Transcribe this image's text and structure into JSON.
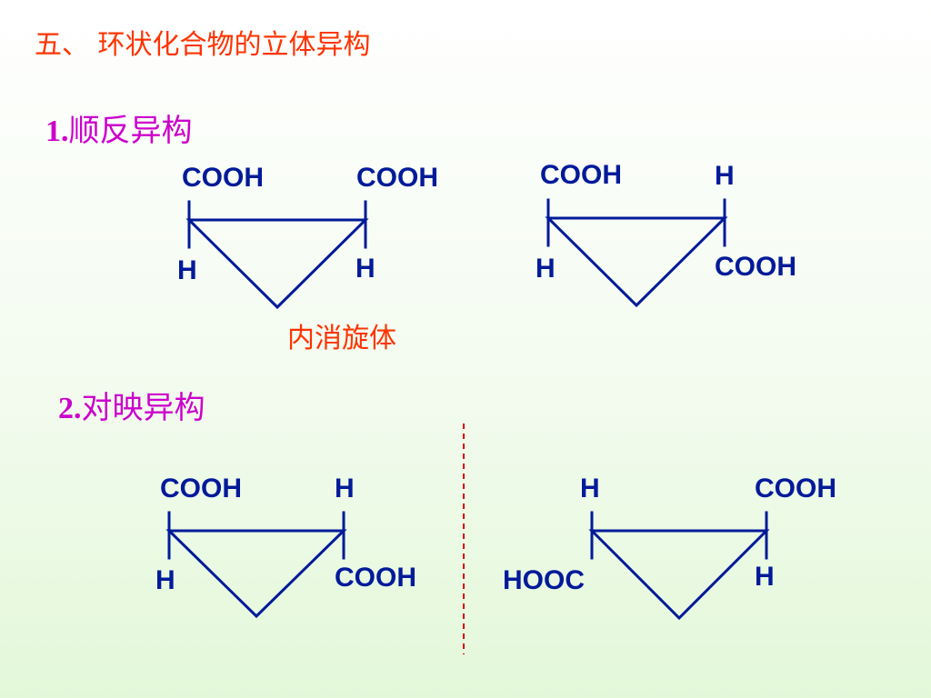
{
  "slide": {
    "title": "五、 环状化合物的立体异构",
    "section1": {
      "num": "1.",
      "label": "顺反异构"
    },
    "meso_label": "内消旋体",
    "section2": {
      "num": "2.",
      "label": "对映异构"
    }
  },
  "molecules": {
    "m1": {
      "top_left": "COOH",
      "top_right": "COOH",
      "bottom_left": "H",
      "bottom_right": "H"
    },
    "m2": {
      "top_left": "COOH",
      "top_right": "H",
      "bottom_left": "H",
      "bottom_right": "COOH"
    },
    "m3": {
      "top_left": "COOH",
      "top_right": "H",
      "bottom_left": "H",
      "bottom_right": "COOH"
    },
    "m4": {
      "top_left": "H",
      "top_right": "COOH",
      "bottom_left": "HOOC",
      "bottom_right": "H"
    }
  },
  "colors": {
    "title": "#ff3300",
    "section": "#cc00cc",
    "bond": "#001a99",
    "mirror": "#dd0000"
  }
}
